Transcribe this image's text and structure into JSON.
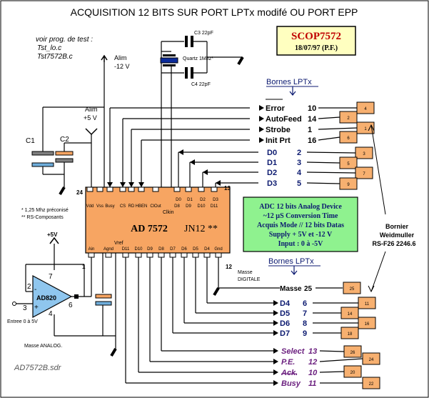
{
  "title": "ACQUISITION 12 BITS SUR PORT  LPTx modifé OU PORT EPP",
  "test_note": [
    "voir prog. de test :",
    "Tst_lo.c",
    "Tst7572B.c"
  ],
  "badge": {
    "name": "SCOP7572",
    "date": "18/07/97  (P.F.)"
  },
  "alim_neg": [
    "Alim",
    "-12 V"
  ],
  "alim_pos": [
    "Alim",
    "+5 V"
  ],
  "crystal": {
    "c3": "C3  22pF",
    "c4": "C4  22pF",
    "quartz": "Quartz 1Mhz*"
  },
  "caps": {
    "c1": "C1",
    "c2": "C2"
  },
  "notes": [
    "* 1,25 Mhz préconisé",
    "** RS-Composants"
  ],
  "chip": {
    "label": "AD 7572",
    "suffix": "JN12 **",
    "pin_top_left": "24",
    "pin_top_right": "13",
    "pin_bottom_left": "1",
    "pin_bottom_right": "12",
    "top_pins": [
      "Vdd",
      "Vss",
      "Busy",
      "CS",
      "RD",
      "HBEN",
      "ClOut",
      "D8",
      "D9",
      "D10",
      "D11"
    ],
    "top_pins_row2": [
      "D0",
      "D1",
      "D2",
      "D3"
    ],
    "clkin": "Clkin",
    "bottom_pins": [
      "Ain",
      "Agnd",
      "D11",
      "D10",
      "D9",
      "D8",
      "D7",
      "D6",
      "D5",
      "D4",
      "Gnd"
    ],
    "vref": "Vref"
  },
  "lpt_header_top": "Bornes LPTx",
  "lpt_header_bottom": "Bornes LPTx",
  "control_signals": [
    {
      "name": "Error",
      "pin": "10",
      "box": "4"
    },
    {
      "name": "AutoFeed",
      "pin": "14",
      "box": "2"
    },
    {
      "name": "Strobe",
      "pin": "1",
      "box": "1"
    },
    {
      "name": "Init Prt",
      "pin": "16",
      "box": "6"
    }
  ],
  "data_high": [
    {
      "name": "D0",
      "pin": "2",
      "box": "3"
    },
    {
      "name": "D1",
      "pin": "3",
      "box": "5"
    },
    {
      "name": "D2",
      "pin": "4",
      "box": "7"
    },
    {
      "name": "D3",
      "pin": "5",
      "box": "9"
    }
  ],
  "info_box": [
    "ADC 12 bits Analog Device",
    "~12 µS Conversion Time",
    "Acquis Mode // 12 bits Datas",
    "Supply + 5V et -12 V",
    "Input : 0 à -5V"
  ],
  "bornier": [
    "Bornier",
    "Weidmuller",
    "RS-F26 2246.6"
  ],
  "masse_digitale": [
    "Masse",
    "DIGITALE"
  ],
  "masse25": {
    "name": "Masse",
    "pin": "25",
    "box": "25"
  },
  "data_low": [
    {
      "name": "D4",
      "pin": "6",
      "box": "11"
    },
    {
      "name": "D5",
      "pin": "7",
      "box": "14"
    },
    {
      "name": "D6",
      "pin": "8",
      "box": "16"
    },
    {
      "name": "D7",
      "pin": "9",
      "box": "18"
    }
  ],
  "status_signals": [
    {
      "name": "Select",
      "pin": "13",
      "box": "26"
    },
    {
      "name": "P.E.",
      "pin": "12",
      "box": "24"
    },
    {
      "name": "Ack.",
      "pin": "10",
      "box": "20"
    },
    {
      "name": "Busy",
      "pin": "11",
      "box": "22"
    }
  ],
  "opamp": {
    "label": "AD820",
    "pin2": "2",
    "pin3": "3",
    "pin4": "4",
    "pin6": "6",
    "pin7": "7",
    "minus": "-",
    "plus": "+",
    "supply": "+5V"
  },
  "input_label": "Entree 0 à 5V",
  "masse_analog": "Masse ANALOG.",
  "filename": "AD7572B.sdr",
  "colors": {
    "chip": "#f7a562",
    "info": "#8ff28f",
    "badge": "#ffffc0",
    "navy": "#0c1a70",
    "purple": "#6a1e7e",
    "boxfill": "#f7b070"
  }
}
